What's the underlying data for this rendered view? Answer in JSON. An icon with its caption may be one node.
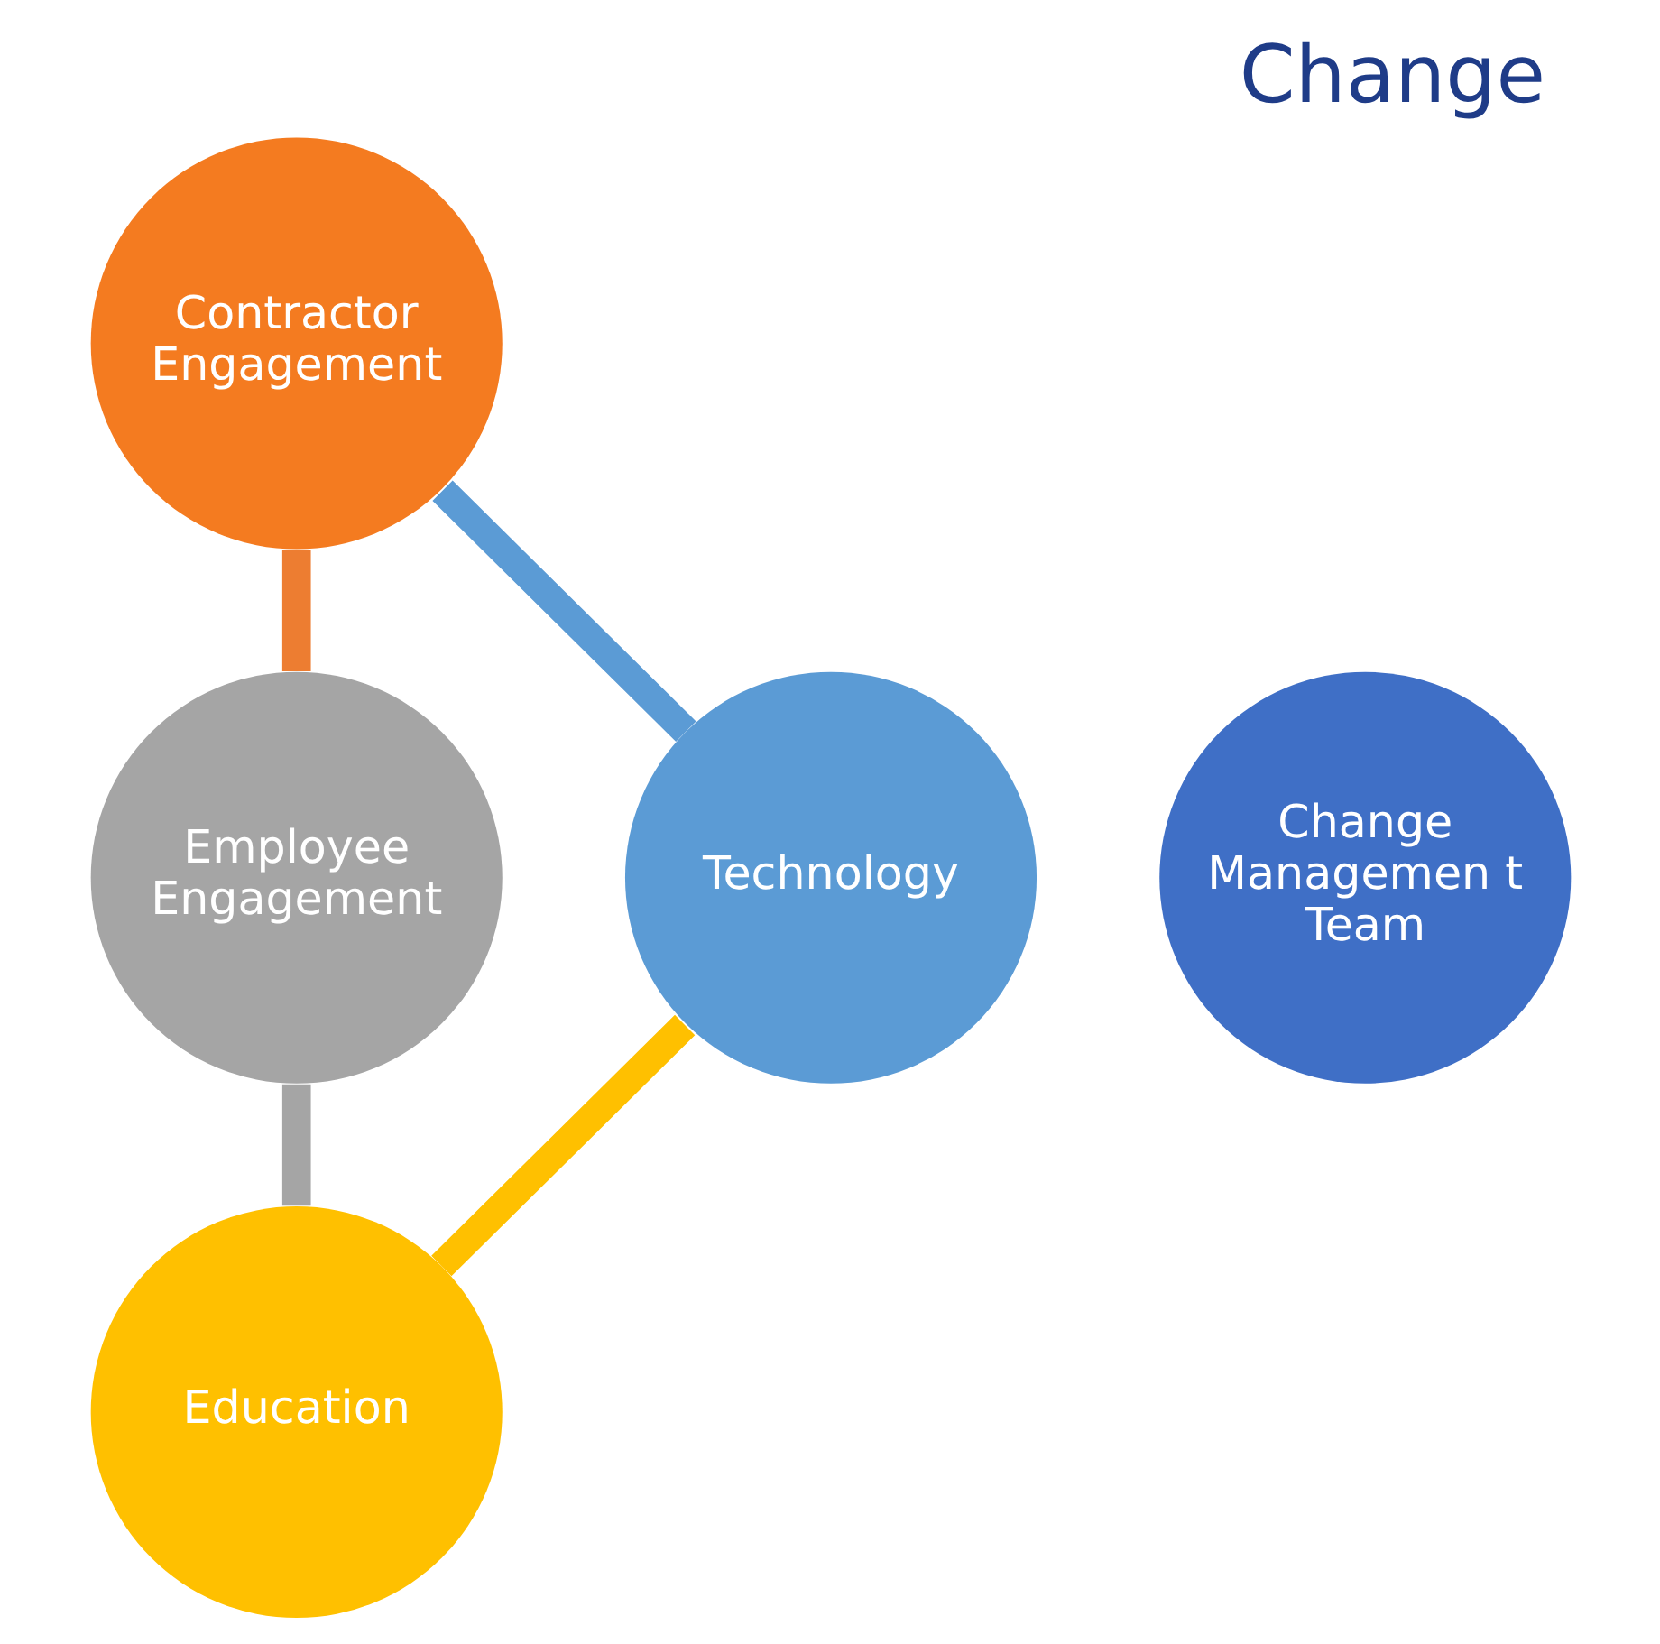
{
  "diagram": {
    "title": "Change",
    "nodes": [
      {
        "text": [
          "Contractor Engagement"
        ]
      },
      {
        "text": [
          "Technology"
        ]
      },
      {
        "text": [
          "Change Managemen t Team"
        ]
      },
      {
        "text": [
          "Employee Engagement"
        ]
      },
      {
        "text": [
          "Education"
        ]
      }
    ],
    "edges": [
      {
        "from": 0,
        "to": 3,
        "arrow": "none",
        "color": "#ed7d31"
      },
      {
        "from": 3,
        "to": 4,
        "arrow": "none",
        "color": "#a5a5a5"
      },
      {
        "from": 4,
        "to": 1,
        "arrow": "none",
        "color": "#ffc000"
      },
      {
        "from": 1,
        "to": 0,
        "arrow": "none",
        "color": "#5b9bd5"
      }
    ]
  }
}
